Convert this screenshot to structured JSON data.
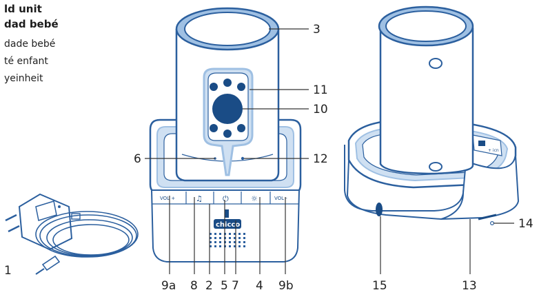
{
  "text_block": {
    "lines": [
      "ld unit",
      "dad bebé",
      "dade bebé",
      "té enfant",
      "yeinheit"
    ]
  },
  "callouts": {
    "c1": "1",
    "c2": "2",
    "c3": "3",
    "c4": "4",
    "c5": "5",
    "c6": "6",
    "c7": "7",
    "c8": "8",
    "c9a": "9a",
    "c9b": "9b",
    "c10": "10",
    "c11": "11",
    "c12": "12",
    "c13": "13",
    "c14": "14",
    "c15": "15"
  },
  "device_labels": {
    "vol_plus": "VOL +",
    "vol_minus": "VOL -",
    "brand": "chicco",
    "power_symbol": "⏻",
    "music_symbol": "♫",
    "light_symbol": "☼",
    "rear_port": "+ icn"
  },
  "colors": {
    "outline": "#2b5f9e",
    "light_blue": "#9fc0e3",
    "dark_blue": "#1a4c86",
    "text": "#222222"
  },
  "icons": [
    "power-icon",
    "music-note-icon",
    "light-icon",
    "power-adapter-icon"
  ]
}
